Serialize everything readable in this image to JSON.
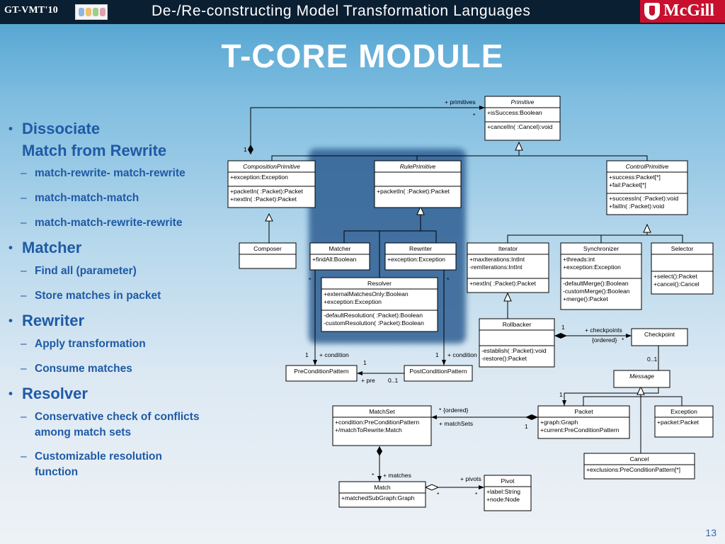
{
  "header": {
    "badge": "GT-VMT'10",
    "title": "De-/Re-constructing Model Transformation Languages",
    "logo_text": "McGill"
  },
  "slide": {
    "title": "T-CORE MODULE",
    "page_number": "13"
  },
  "bullets": [
    {
      "text": "Dissociate",
      "text2": "Match from Rewrite",
      "subs": [
        "match-rewrite- match-rewrite",
        "match-match-match",
        "match-match-rewrite-rewrite"
      ]
    },
    {
      "text": "Matcher",
      "subs": [
        "Find all (parameter)",
        "Store matches in packet"
      ]
    },
    {
      "text": "Rewriter",
      "subs": [
        "Apply transformation",
        "Consume matches"
      ]
    },
    {
      "text": "Resolver",
      "subs": [
        "Conservative check of conflicts",
        "among match sets",
        "Customizable resolution",
        "function"
      ]
    }
  ],
  "uml": {
    "primitive": {
      "name": "Primitive",
      "attrs": [
        "+isSuccess:Boolean"
      ],
      "ops": [
        "+cancelIn( :Cancel):void"
      ]
    },
    "composition": {
      "name": "CompositionPrimitive",
      "attrs": [
        "+exception:Exception"
      ],
      "ops": [
        "+packetIn( :Packet):Packet",
        "+nextIn( :Packet):Packet"
      ]
    },
    "rule": {
      "name": "RulePrimitive",
      "ops": [
        "+packetIn( :Packet):Packet"
      ]
    },
    "control": {
      "name": "ControlPrimitive",
      "attrs": [
        "+success:Packet[*]",
        "+fail:Packet[*]"
      ],
      "ops": [
        "+successIn( :Packet):void",
        "+failIn( :Packet):void"
      ]
    },
    "composer": {
      "name": "Composer"
    },
    "matcher": {
      "name": "Matcher",
      "attrs": [
        "+findAll:Boolean"
      ]
    },
    "rewriter": {
      "name": "Rewriter",
      "attrs": [
        "+exception:Exception"
      ]
    },
    "iterator": {
      "name": "Iterator",
      "attrs": [
        "+maxIterations:IntInt",
        "-remIterations:IntInt"
      ],
      "ops": [
        "+nextIn( :Packet):Packet"
      ]
    },
    "synchronizer": {
      "name": "Synchronizer",
      "attrs": [
        "+threads:int",
        "+exception:Exception"
      ],
      "ops": [
        "-defaultMerge():Boolean",
        "-customMerge():Boolean",
        "+merge():Packet"
      ]
    },
    "selector": {
      "name": "Selector",
      "ops": [
        "+select():Packet",
        "+cancel():Cancel"
      ]
    },
    "resolver": {
      "name": "Resolver",
      "attrs": [
        "+externalMatchesOnly:Boolean",
        "+exception:Exception"
      ],
      "ops": [
        "-defaultResolution( :Packet):Boolean",
        "-customResolution( :Packet):Boolean"
      ]
    },
    "rollbacker": {
      "name": "Rollbacker",
      "ops": [
        "-establish( :Packet):void",
        "-restore():Packet"
      ]
    },
    "checkpoint": {
      "name": "Checkpoint"
    },
    "precondition": {
      "name": "PreConditionPattern"
    },
    "postcondition": {
      "name": "PostConditionPattern"
    },
    "message": {
      "name": "Message"
    },
    "matchset": {
      "name": "MatchSet",
      "attrs": [
        "+condition:PreConditionPattern",
        "+/matchToRewrite:Match"
      ]
    },
    "packet": {
      "name": "Packet",
      "attrs": [
        "+graph:Graph",
        "+current:PreConditionPattern"
      ]
    },
    "exception": {
      "name": "Exception",
      "attrs": [
        "+packet:Packet"
      ]
    },
    "cancel": {
      "name": "Cancel",
      "attrs": [
        "+exclusions:PreConditionPattern[*]"
      ]
    },
    "match": {
      "name": "Match",
      "attrs": [
        "+matchedSubGraph:Graph"
      ]
    },
    "pivot": {
      "name": "Pivot",
      "attrs": [
        "+label:String",
        "+node:Node"
      ]
    },
    "labels": {
      "primitives": "+ primitives",
      "star": "*",
      "one": "1",
      "condition": "+ condition",
      "pre": "+ pre",
      "zero_one": "0..1",
      "checkpoints": "+ checkpoints",
      "ordered": "{ordered}",
      "matchsets": "+ matchSets",
      "matches": "+ matches",
      "pivots": "+ pivots"
    }
  }
}
